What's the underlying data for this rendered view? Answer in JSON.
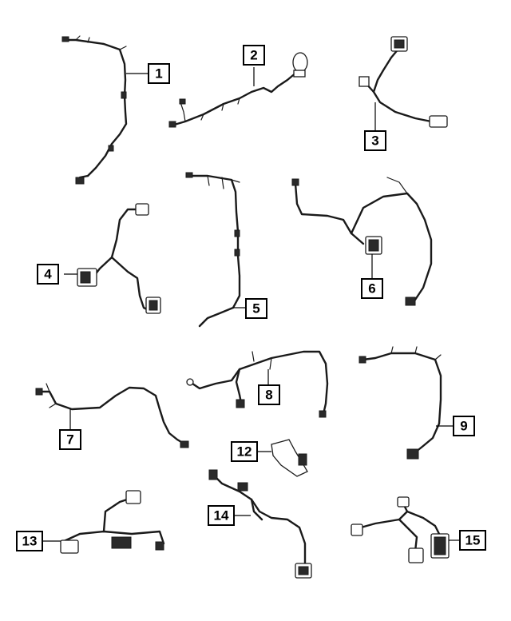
{
  "diagram": {
    "callouts": [
      "1",
      "2",
      "3",
      "4",
      "5",
      "6",
      "7",
      "8",
      "9",
      "12",
      "13",
      "14",
      "15"
    ]
  }
}
